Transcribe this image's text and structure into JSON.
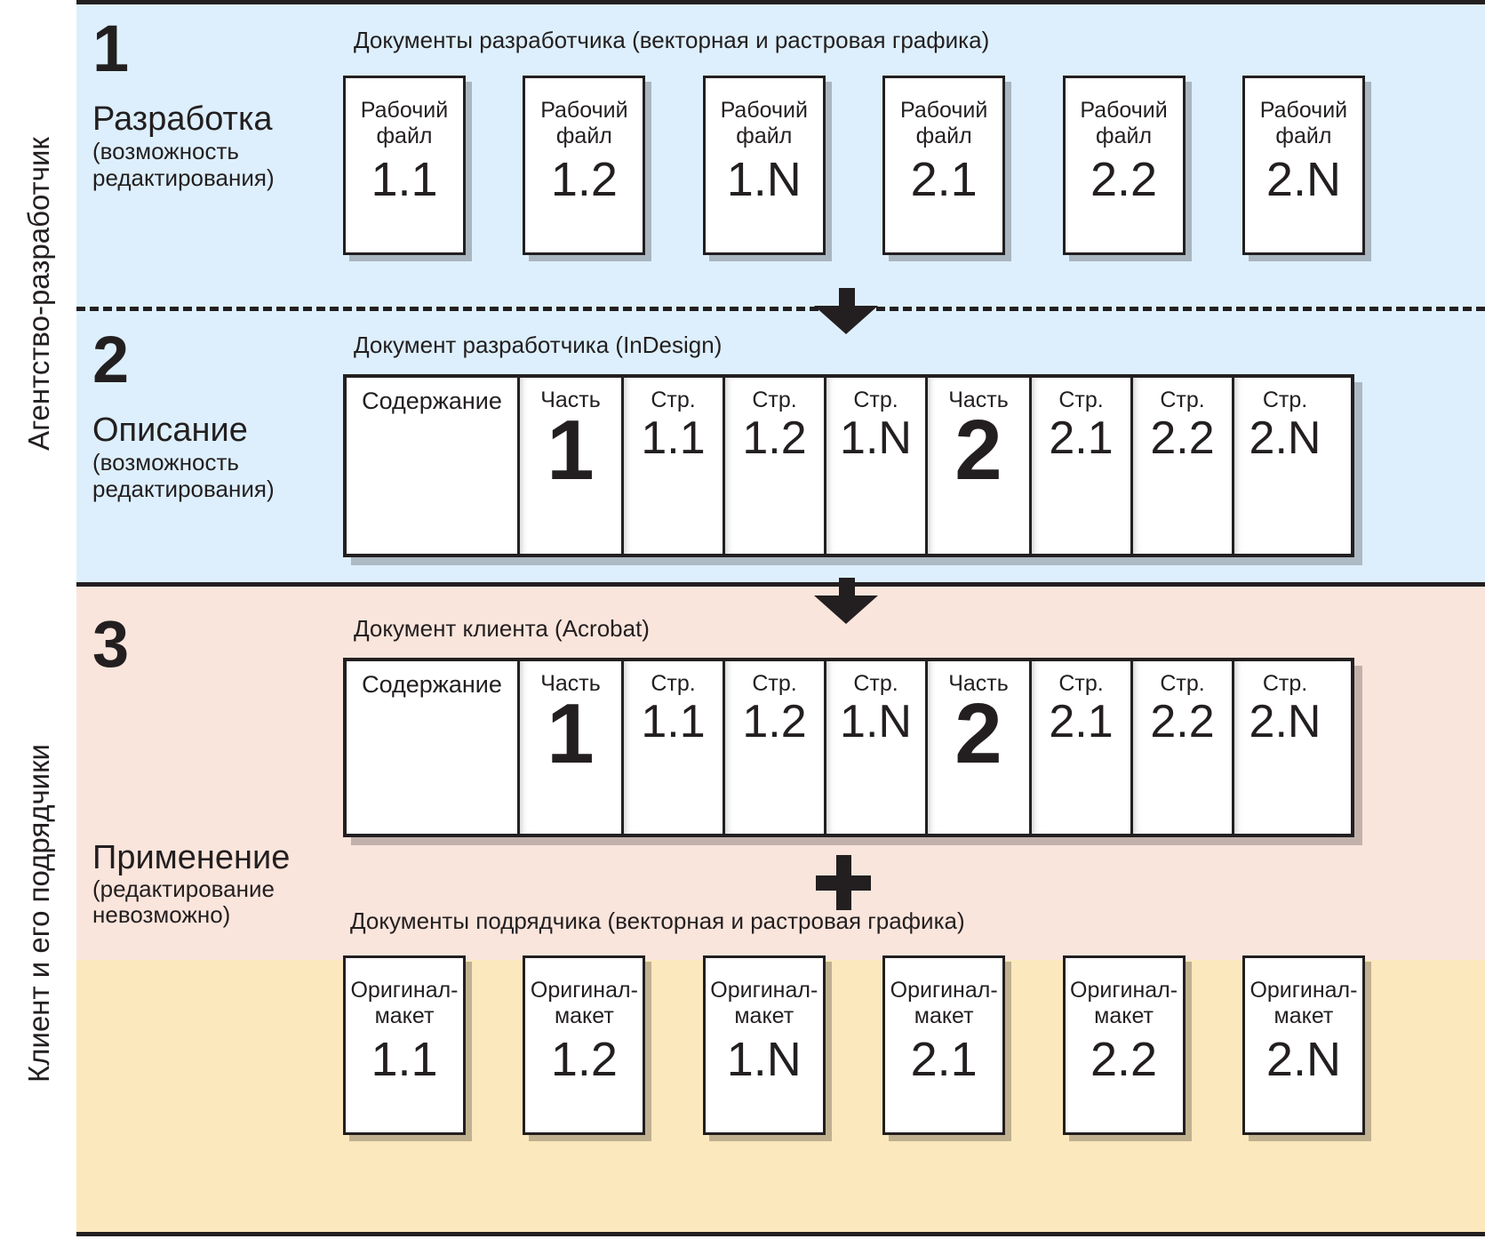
{
  "roles": {
    "developer": "Агентство-разработчик",
    "client": "Клиент и его подрядчики"
  },
  "stages": [
    {
      "number": "1",
      "title": "Разработка",
      "subtitle": "(возможность\nредактирования)"
    },
    {
      "number": "2",
      "title": "Описание",
      "subtitle": "(возможность\nредактирования)"
    },
    {
      "number": "3",
      "title": "Применение",
      "subtitle": "(редактирование\nневозможно)"
    }
  ],
  "rows": {
    "developer_files": {
      "caption": "Документы разработчика (векторная и растровая графика)",
      "card_label": "Рабочий\nфайл",
      "cards": [
        "1.1",
        "1.2",
        "1.N",
        "2.1",
        "2.2",
        "2.N"
      ]
    },
    "indesign_doc": {
      "caption": "Документ разработчика (InDesign)",
      "cells": [
        {
          "kind": "toc",
          "label": "Содержание",
          "value": ""
        },
        {
          "kind": "part",
          "label": "Часть",
          "value": "1"
        },
        {
          "kind": "page",
          "label": "Стр.",
          "value": "1.1"
        },
        {
          "kind": "page",
          "label": "Стр.",
          "value": "1.2"
        },
        {
          "kind": "page",
          "label": "Стр.",
          "value": "1.N"
        },
        {
          "kind": "part",
          "label": "Часть",
          "value": "2"
        },
        {
          "kind": "page",
          "label": "Стр.",
          "value": "2.1"
        },
        {
          "kind": "page",
          "label": "Стр.",
          "value": "2.2"
        },
        {
          "kind": "page",
          "label": "Стр.",
          "value": "2.N"
        }
      ]
    },
    "acrobat_doc": {
      "caption": "Документ клиента (Acrobat)",
      "cells": [
        {
          "kind": "toc",
          "label": "Содержание",
          "value": ""
        },
        {
          "kind": "part",
          "label": "Часть",
          "value": "1"
        },
        {
          "kind": "page",
          "label": "Стр.",
          "value": "1.1"
        },
        {
          "kind": "page",
          "label": "Стр.",
          "value": "1.2"
        },
        {
          "kind": "page",
          "label": "Стр.",
          "value": "1.N"
        },
        {
          "kind": "part",
          "label": "Часть",
          "value": "2"
        },
        {
          "kind": "page",
          "label": "Стр.",
          "value": "2.1"
        },
        {
          "kind": "page",
          "label": "Стр.",
          "value": "2.2"
        },
        {
          "kind": "page",
          "label": "Стр.",
          "value": "2.N"
        }
      ]
    },
    "subcontractor_files": {
      "caption": "Документы подрядчика (векторная и растровая графика)",
      "card_label": "Оригинал-\nмакет",
      "cards": [
        "1.1",
        "1.2",
        "1.N",
        "2.1",
        "2.2",
        "2.N"
      ]
    }
  },
  "connectors": {
    "arrow_1": "down-arrow-icon",
    "arrow_2": "down-arrow-icon",
    "plus": "plus-icon"
  },
  "colors": {
    "band_developer": "#ddeffc",
    "band_client_pdf": "#fae5dc",
    "band_client_source": "#fbe8bc",
    "ink": "#231f20",
    "card_fill": "#ffffff"
  }
}
